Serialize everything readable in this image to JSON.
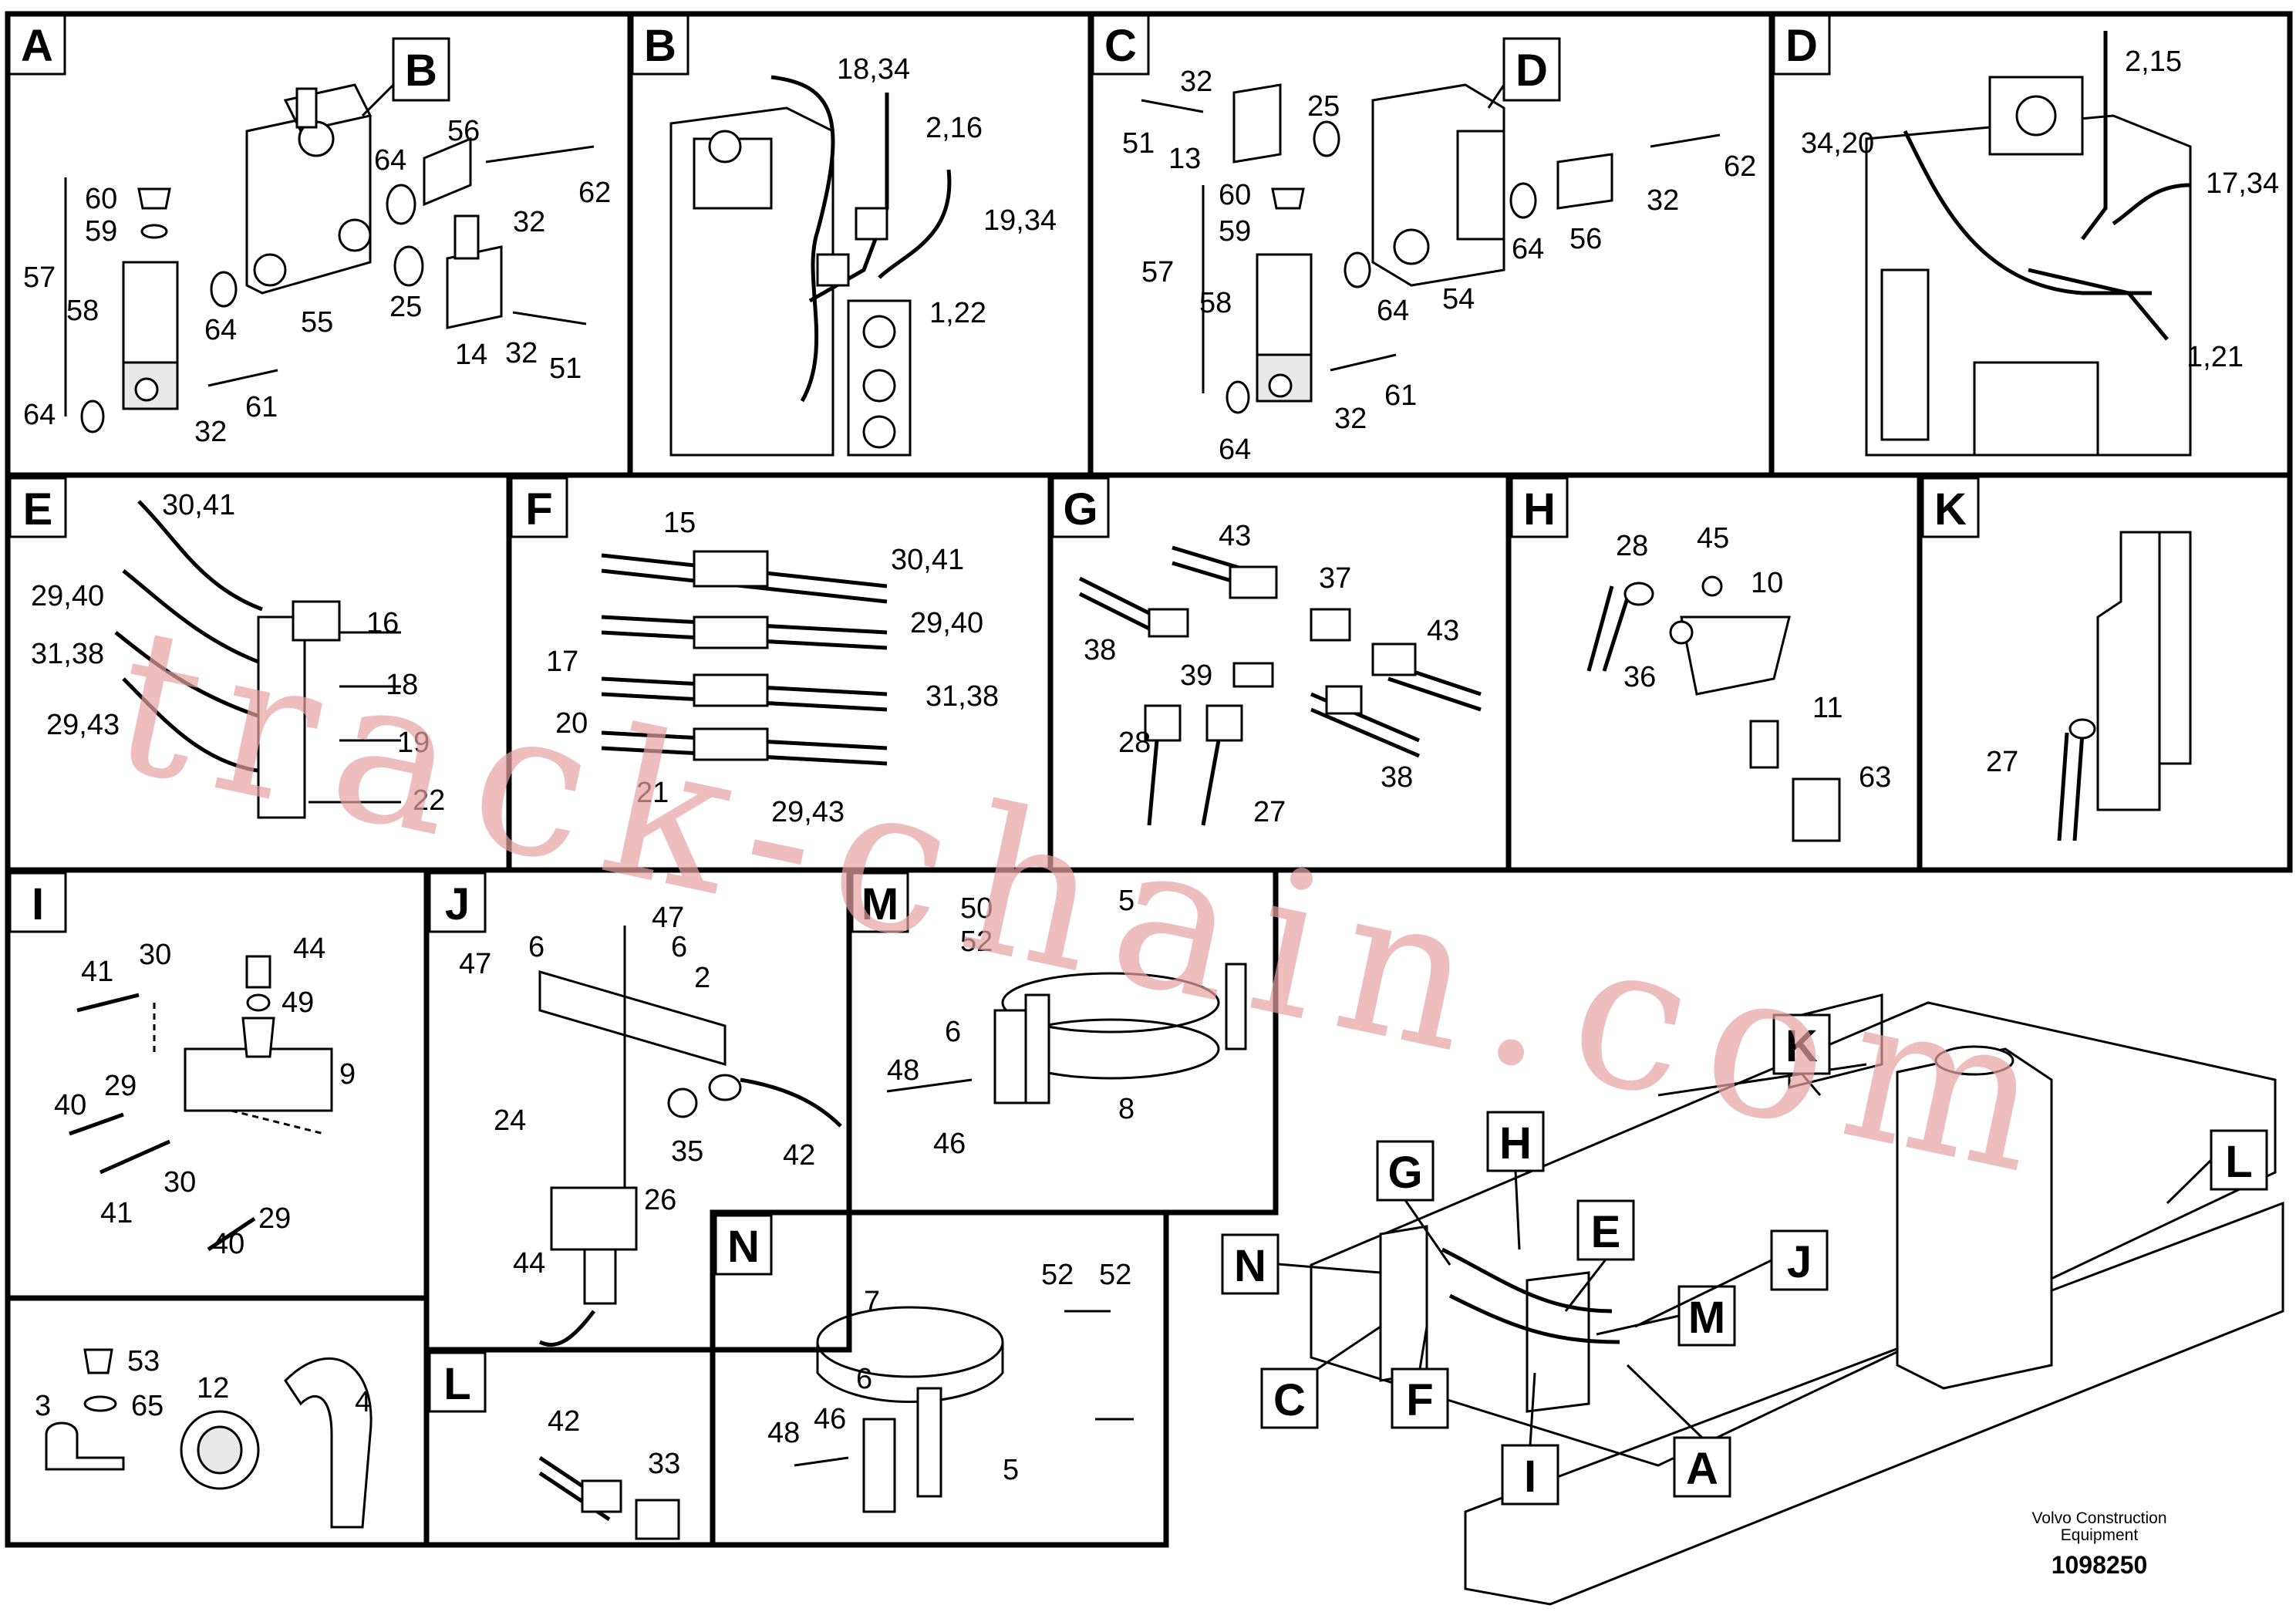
{
  "panels": {
    "A": {
      "letter": "A",
      "inset": "B",
      "callouts": [
        "57",
        "60",
        "59",
        "58",
        "64",
        "64",
        "64",
        "55",
        "56",
        "32",
        "62",
        "25",
        "14",
        "32",
        "51",
        "32",
        "61"
      ]
    },
    "B": {
      "letter": "B",
      "callouts": [
        "18,34",
        "2,16",
        "19,34",
        "1,22"
      ]
    },
    "C": {
      "letter": "C",
      "inset": "D",
      "callouts": [
        "32",
        "51",
        "13",
        "25",
        "60",
        "59",
        "57",
        "58",
        "64",
        "54",
        "56",
        "32",
        "62",
        "64",
        "32",
        "61",
        "64"
      ]
    },
    "D": {
      "letter": "D",
      "callouts": [
        "2,15",
        "34,20",
        "17,34",
        "1,21"
      ]
    },
    "E": {
      "letter": "E",
      "callouts": [
        "30,41",
        "29,40",
        "31,38",
        "29,43",
        "16",
        "18",
        "19",
        "22"
      ]
    },
    "F": {
      "letter": "F",
      "callouts": [
        "15",
        "30,41",
        "29,40",
        "17",
        "20",
        "31,38",
        "21",
        "29,43"
      ]
    },
    "G": {
      "letter": "G",
      "callouts": [
        "43",
        "37",
        "38",
        "39",
        "43",
        "28",
        "27",
        "38"
      ]
    },
    "H": {
      "letter": "H",
      "callouts": [
        "28",
        "45",
        "10",
        "36",
        "11",
        "63"
      ]
    },
    "K": {
      "letter": "K",
      "callouts": [
        "27"
      ]
    },
    "I": {
      "letter": "I",
      "callouts": [
        "44",
        "41",
        "30",
        "49",
        "9",
        "40",
        "29",
        "30",
        "41",
        "29",
        "40"
      ]
    },
    "J": {
      "letter": "J",
      "callouts": [
        "47",
        "6",
        "47",
        "6",
        "2",
        "24",
        "35",
        "42",
        "26",
        "44"
      ]
    },
    "M": {
      "letter": "M",
      "callouts": [
        "50",
        "5",
        "52",
        "6",
        "48",
        "46",
        "8"
      ]
    },
    "misc": {
      "callouts": [
        "53",
        "3",
        "65",
        "12",
        "4"
      ]
    },
    "L": {
      "letter": "L",
      "callouts": [
        "42",
        "33"
      ]
    },
    "N": {
      "letter": "N",
      "callouts": [
        "7",
        "52",
        "52",
        "6",
        "48",
        "46",
        "5"
      ]
    }
  },
  "overview_tags": [
    "K",
    "L",
    "H",
    "G",
    "E",
    "N",
    "J",
    "M",
    "C",
    "F",
    "I",
    "A"
  ],
  "watermark": "track-chain.com",
  "footer": {
    "company_line1": "Volvo Construction",
    "company_line2": "Equipment",
    "drawing_number": "1098250"
  }
}
